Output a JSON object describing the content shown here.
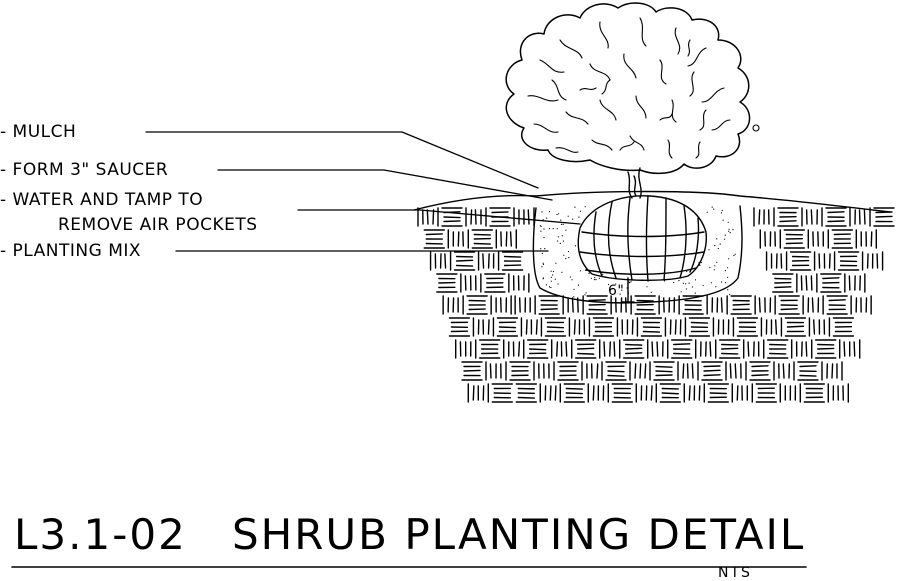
{
  "callouts": {
    "mulch": "- MULCH",
    "saucer": "- FORM 3\" SAUCER",
    "water_line1": "- WATER AND TAMP TO",
    "water_line2": "REMOVE AIR POCKETS",
    "planting_mix": "- PLANTING MIX"
  },
  "dimension": "6\"",
  "title": {
    "number": "L3.1-02",
    "name": "SHRUB PLANTING DETAIL"
  },
  "scale_note": "NTS"
}
